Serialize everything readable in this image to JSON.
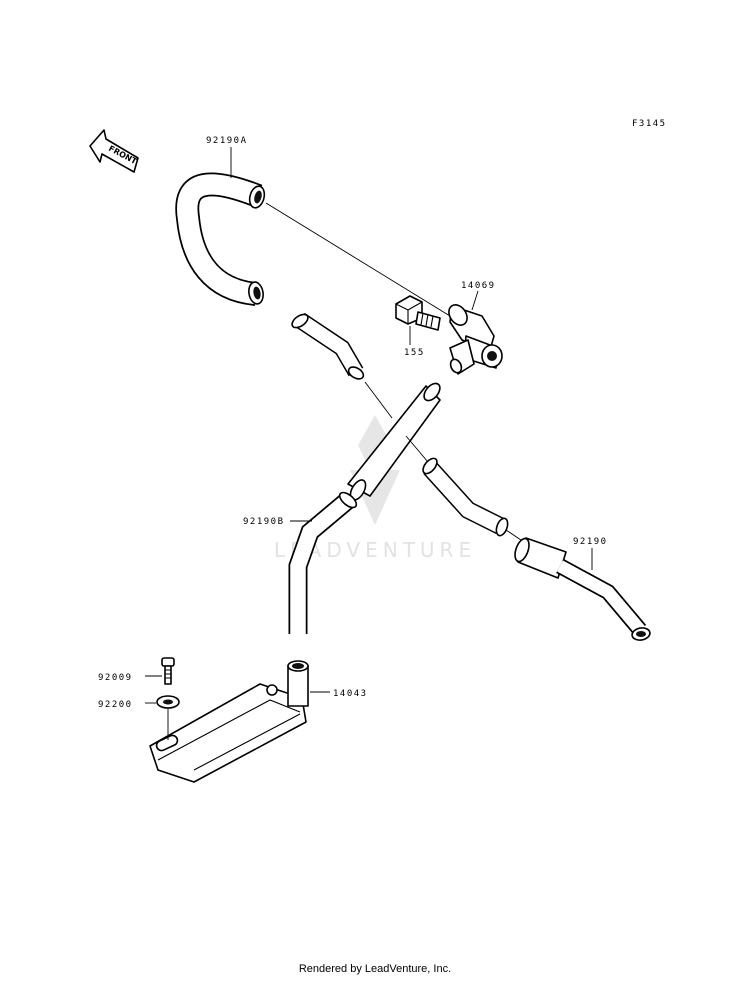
{
  "figure_code": "F3145",
  "front_indicator": "FRONT",
  "watermark": "LEADVENTURE",
  "footer": "Rendered by LeadVenture, Inc.",
  "labels": {
    "hose_a": "92190A",
    "joint": "14069",
    "bolt": "155",
    "hose_b": "92190B",
    "hose": "92190",
    "bolt_small": "92009",
    "washer": "92200",
    "reed_valve": "14043"
  }
}
